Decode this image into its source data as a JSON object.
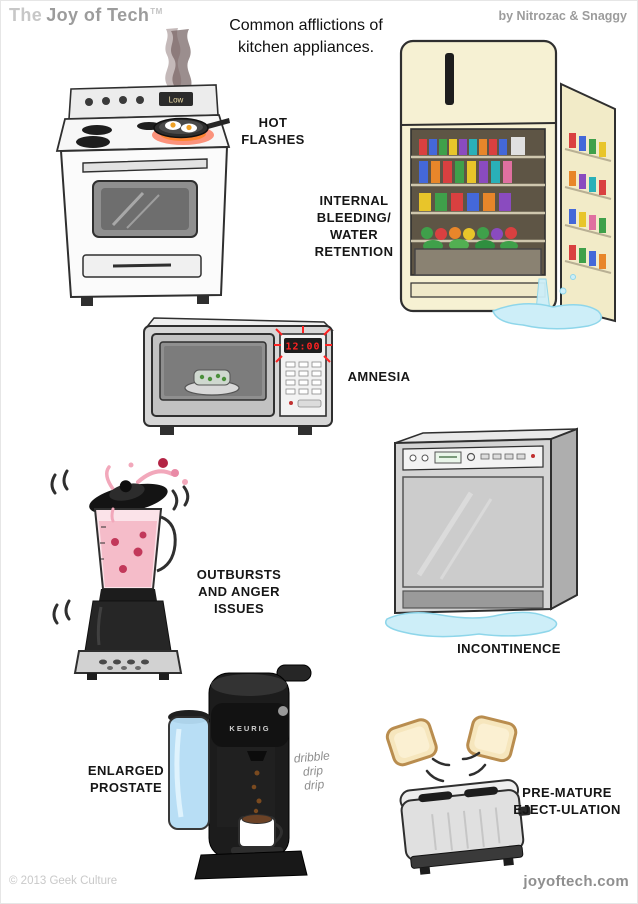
{
  "header": {
    "brand_prefix": "The",
    "brand_name": "Joy of Tech",
    "brand_tm": "TM",
    "byline": "by Nitrozac & Snaggy"
  },
  "title": "Common afflictions of\nkitchen appliances.",
  "panels": {
    "stove": {
      "label": "HOT\nFLASHES",
      "knob_text": "Low"
    },
    "fridge": {
      "label": "INTERNAL\nBLEEDING/\nWATER\nRETENTION"
    },
    "microwave": {
      "label": "AMNESIA",
      "clock": "12:00"
    },
    "blender": {
      "label": "OUTBURSTS\nAND ANGER\nISSUES"
    },
    "dishwasher": {
      "label": "INCONTINENCE"
    },
    "coffee_maker": {
      "label": "ENLARGED\nPROSTATE",
      "brand": "KEURIG",
      "drip_text": "dribble\ndrip\ndrip"
    },
    "toaster": {
      "label": "PRE-MATURE\nEJECT-ULATION"
    }
  },
  "footer": {
    "copyright": "© 2013 Geek Culture",
    "site": "joyoftech.com"
  },
  "colors": {
    "clock_red": "#ff2222",
    "water_blue": "#cdeef8",
    "smoothie_pink": "#f5bcc9",
    "glow_red": "#ff2d00"
  }
}
